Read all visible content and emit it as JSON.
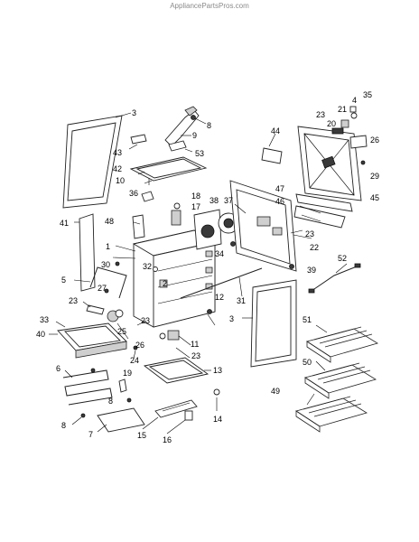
{
  "header": {
    "watermark": "AppliancePartsPros.com"
  },
  "callouts": {
    "c1": "1",
    "c2": "2",
    "c3a": "3",
    "c3b": "3",
    "c4": "4",
    "c5": "5",
    "c6": "6",
    "c7": "7",
    "c8a": "8",
    "c8b": "8",
    "c8c": "8",
    "c9": "9",
    "c10": "10",
    "c11": "11",
    "c12": "12",
    "c13": "13",
    "c14": "14",
    "c15": "15",
    "c16": "16",
    "c17": "17",
    "c18": "18",
    "c19": "19",
    "c20": "20",
    "c21": "21",
    "c22": "22",
    "c23a": "23",
    "c23b": "23",
    "c23c": "23",
    "c23d": "23",
    "c23e": "23",
    "c24": "24",
    "c25": "25",
    "c26": "26",
    "c27": "27",
    "c29": "29",
    "c30": "30",
    "c31": "31",
    "c32": "32",
    "c33": "33",
    "c34": "34",
    "c35": "35",
    "c36": "36",
    "c37": "37",
    "c38": "38",
    "c39": "39",
    "c40": "40",
    "c41": "41",
    "c42": "42",
    "c43": "43",
    "c44": "44",
    "c45": "45",
    "c46": "46",
    "c47": "47",
    "c48": "48",
    "c49": "49",
    "c50": "50",
    "c51": "51",
    "c52": "52",
    "c53": "53"
  }
}
